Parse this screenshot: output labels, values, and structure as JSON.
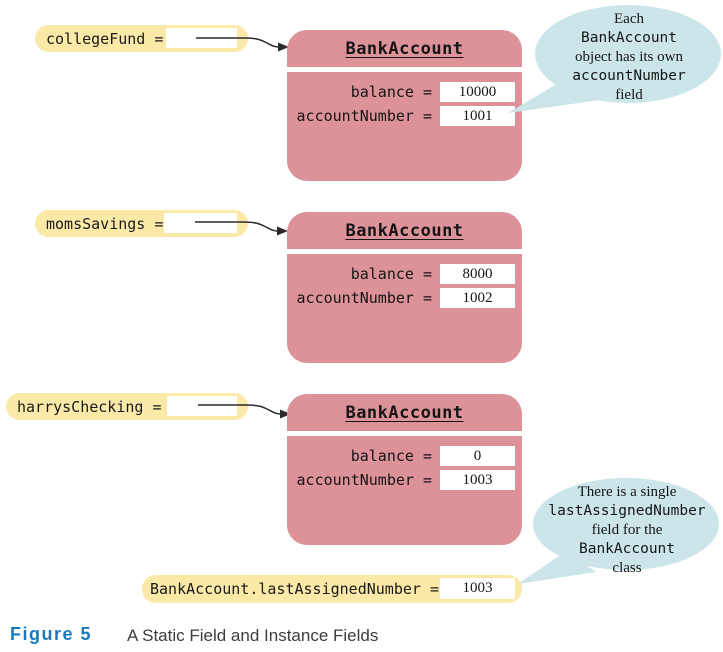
{
  "colors": {
    "object_pink": "#DC9298",
    "reference_yellow": "#FBE9A7",
    "callout_blue": "#CBE5E8",
    "figure_label_blue": "#1879BE"
  },
  "references": [
    {
      "label": "collegeFund ="
    },
    {
      "label": "momsSavings ="
    },
    {
      "label": "harrysChecking ="
    }
  ],
  "objects": [
    {
      "class_name": "BankAccount",
      "fields": [
        {
          "name": "balance =",
          "value": "10000"
        },
        {
          "name": "accountNumber =",
          "value": "1001"
        }
      ]
    },
    {
      "class_name": "BankAccount",
      "fields": [
        {
          "name": "balance =",
          "value": "8000"
        },
        {
          "name": "accountNumber =",
          "value": "1002"
        }
      ]
    },
    {
      "class_name": "BankAccount",
      "fields": [
        {
          "name": "balance =",
          "value": "0"
        },
        {
          "name": "accountNumber =",
          "value": "1003"
        }
      ]
    }
  ],
  "static_field": {
    "label": "BankAccount.lastAssignedNumber =",
    "value": "1003"
  },
  "callouts": [
    {
      "lines": [
        "Each",
        "BankAccount",
        "object has its own",
        "accountNumber",
        "field"
      ]
    },
    {
      "lines": [
        "There is a single",
        "lastAssignedNumber",
        "field for the",
        "BankAccount",
        "class"
      ]
    }
  ],
  "figure": {
    "label": "Figure 5",
    "caption": "A Static Field and Instance Fields"
  }
}
